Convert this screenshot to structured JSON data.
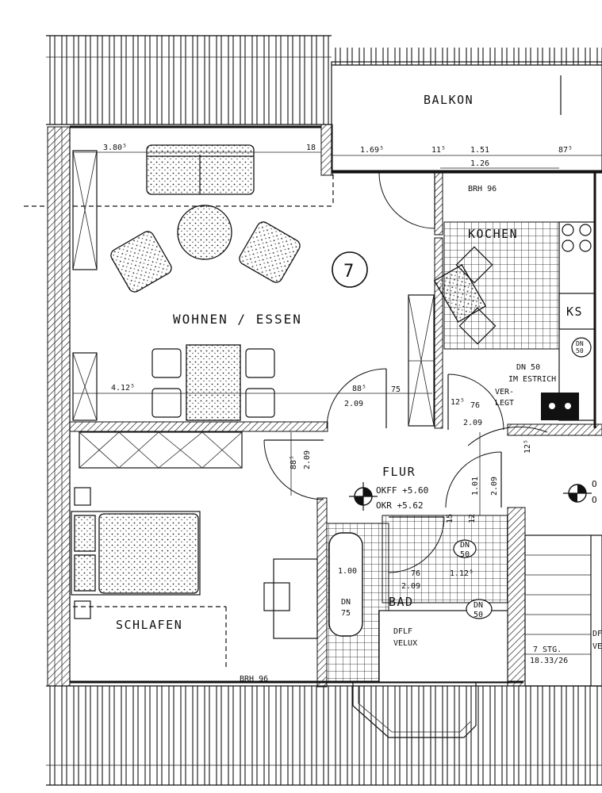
{
  "rooms": {
    "balkon": "BALKON",
    "kochen": "KOCHEN",
    "wohnen": "WOHNEN / ESSEN",
    "flur": "FLUR",
    "bad": "BAD",
    "schlafen": "SCHLAFEN",
    "ks": "KS",
    "unit_number": "7"
  },
  "dimensions": {
    "top_left": "3.80⁵",
    "top_18": "18",
    "balkon_169": "1.69⁵",
    "balkon_11": "11⁵",
    "balkon_151": "1.51",
    "balkon_87": "87⁵",
    "balkon_126": "1.26",
    "brh_kitchen": "BRH 96",
    "wohnen_412": "4.12⁵",
    "door_885_a": "88⁵",
    "door_209_a": "2.09",
    "door_75_a": "75",
    "kitchen_1275": "12⁵",
    "kitchen_76": "76",
    "kitchen_209": "2.09",
    "flur_885": "88⁵",
    "flur_209_v": "2.09",
    "flur_101": "1.01",
    "flur_209_r": "2.09",
    "flur_12": "12⁵",
    "bath_100": "1.00",
    "bath_76": "76",
    "bath_209": "2.09",
    "bath_1125": "1.12⁵",
    "bath_15": "15",
    "bath_12": "12",
    "brh_schlafen": "BRH 96"
  },
  "annotations": {
    "okff": "OKFF +5.60",
    "okr": "OKR +5.62",
    "dn_heading": "DN 50",
    "dn_estrich": "IM ESTRICH",
    "dn_verlegt_1": "VER-",
    "dn_verlegt_2": "LEGT",
    "dn_wc_1": "DN",
    "dn_wc_2": "75",
    "dn_sink_1": "DN",
    "dn_sink_2": "50",
    "dn_wash_1": "DN",
    "dn_wash_2": "50",
    "dn_k_1": "DN",
    "dn_k_2": "50",
    "velux_1": "DFLF",
    "velux_2": "VELUX",
    "stairs_1": "7 STG.",
    "stairs_2": "18.33/26",
    "edge_o1": "O",
    "edge_o2": "O",
    "edge_df": "DF",
    "edge_ve": "VE"
  }
}
